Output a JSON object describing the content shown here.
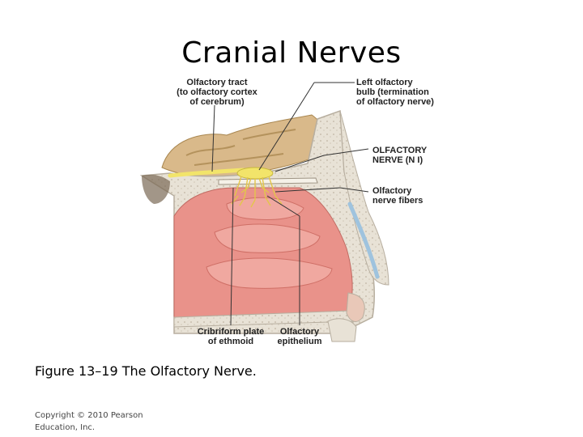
{
  "slide": {
    "title": "Cranial Nerves",
    "caption": "Figure 13–19 The Olfactory Nerve.",
    "copyright": "Copyright © 2010 Pearson Education, Inc."
  },
  "figure": {
    "labels": {
      "olfactory_tract": "Olfactory tract\n(to olfactory cortex\nof cerebrum)",
      "left_olfactory_bulb": "Left olfactory\nbulb (termination\nof olfactory nerve)",
      "olfactory_nerve": "OLFACTORY\nNERVE (N I)",
      "olfactory_nerve_fibers": "Olfactory\nnerve fibers",
      "cribriform_plate": "Cribriform plate\nof ethmoid",
      "olfactory_epithelium": "Olfactory\nepithelium"
    },
    "colors": {
      "bone": "#e8e2d6",
      "bone_outline": "#b7ae9f",
      "brain": "#d9b98a",
      "mucosa": "#e9928a",
      "mucosa_dark": "#cf6f66",
      "nerve": "#f2e46a",
      "cartilage": "#9fc3de",
      "leader_line": "#333333"
    }
  }
}
